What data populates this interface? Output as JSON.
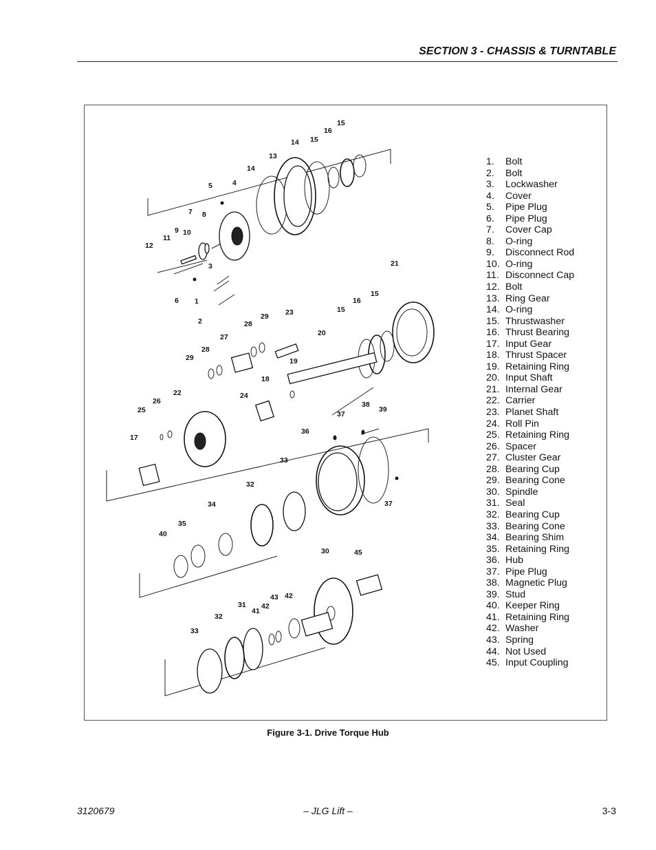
{
  "header": {
    "section_title": "SECTION 3 - CHASSIS & TURNTABLE"
  },
  "figure": {
    "caption": "Figure 3-1.  Drive Torque Hub",
    "parts": [
      {
        "num": "1.",
        "name": "Bolt"
      },
      {
        "num": "2.",
        "name": "Bolt"
      },
      {
        "num": "3.",
        "name": "Lockwasher"
      },
      {
        "num": "4.",
        "name": "Cover"
      },
      {
        "num": "5.",
        "name": "Pipe Plug"
      },
      {
        "num": "6.",
        "name": "Pipe Plug"
      },
      {
        "num": "7.",
        "name": "Cover Cap"
      },
      {
        "num": "8.",
        "name": "O-ring"
      },
      {
        "num": "9.",
        "name": "Disconnect Rod"
      },
      {
        "num": "10.",
        "name": "O-ring"
      },
      {
        "num": "11.",
        "name": "Disconnect Cap"
      },
      {
        "num": "12.",
        "name": "Bolt"
      },
      {
        "num": "13.",
        "name": "Ring Gear"
      },
      {
        "num": "14.",
        "name": "O-ring"
      },
      {
        "num": "15.",
        "name": "Thrustwasher"
      },
      {
        "num": "16.",
        "name": "Thrust Bearing"
      },
      {
        "num": "17.",
        "name": "Input Gear"
      },
      {
        "num": "18.",
        "name": "Thrust Spacer"
      },
      {
        "num": "19.",
        "name": "Retaining Ring"
      },
      {
        "num": "20.",
        "name": "Input Shaft"
      },
      {
        "num": "21.",
        "name": "Internal Gear"
      },
      {
        "num": "22.",
        "name": "Carrier"
      },
      {
        "num": "23.",
        "name": "Planet Shaft"
      },
      {
        "num": "24.",
        "name": "Roll Pin"
      },
      {
        "num": "25.",
        "name": "Retaining Ring"
      },
      {
        "num": "26.",
        "name": "Spacer"
      },
      {
        "num": "27.",
        "name": "Cluster Gear"
      },
      {
        "num": "28.",
        "name": "Bearing Cup"
      },
      {
        "num": "29.",
        "name": "Bearing Cone"
      },
      {
        "num": "30.",
        "name": "Spindle"
      },
      {
        "num": "31.",
        "name": "Seal"
      },
      {
        "num": "32.",
        "name": "Bearing Cup"
      },
      {
        "num": "33.",
        "name": "Bearing Cone"
      },
      {
        "num": "34.",
        "name": "Bearing Shim"
      },
      {
        "num": "35.",
        "name": "Retaining Ring"
      },
      {
        "num": "36.",
        "name": "Hub"
      },
      {
        "num": "37.",
        "name": "Pipe Plug"
      },
      {
        "num": "38.",
        "name": "Magnetic Plug"
      },
      {
        "num": "39.",
        "name": "Stud"
      },
      {
        "num": "40.",
        "name": "Keeper Ring"
      },
      {
        "num": "41.",
        "name": "Retaining Ring"
      },
      {
        "num": "42.",
        "name": "Washer"
      },
      {
        "num": "43.",
        "name": "Spring"
      },
      {
        "num": "44.",
        "name": "Not Used"
      },
      {
        "num": "45.",
        "name": "Input Coupling"
      }
    ],
    "callouts": {
      "c1": "1",
      "c2": "2",
      "c3": "3",
      "c4": "4",
      "c5": "5",
      "c6": "6",
      "c7": "7",
      "c8": "8",
      "c9": "9",
      "c10": "10",
      "c11": "11",
      "c12": "12",
      "c13": "13",
      "c14a": "14",
      "c14b": "14",
      "c15a": "15",
      "c15b": "15",
      "c15c": "15",
      "c15d": "15",
      "c16a": "16",
      "c16b": "16",
      "c17": "17",
      "c18": "18",
      "c19": "19",
      "c20": "20",
      "c21": "21",
      "c22": "22",
      "c23": "23",
      "c24": "24",
      "c25": "25",
      "c26": "26",
      "c27": "27",
      "c28a": "28",
      "c28b": "28",
      "c29a": "29",
      "c29b": "29",
      "c30": "30",
      "c31": "31",
      "c32a": "32",
      "c32b": "32",
      "c33a": "33",
      "c33b": "33",
      "c34": "34",
      "c35": "35",
      "c36": "36",
      "c37a": "37",
      "c37b": "37",
      "c38": "38",
      "c39": "39",
      "c40": "40",
      "c41": "41",
      "c42a": "42",
      "c42b": "42",
      "c43": "43",
      "c45": "45"
    }
  },
  "footer": {
    "doc_number": "3120679",
    "center": "– JLG Lift –",
    "page": "3-3"
  }
}
